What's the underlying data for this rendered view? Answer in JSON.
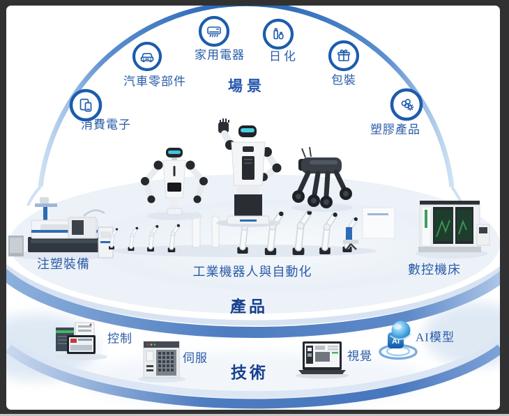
{
  "figure": {
    "rings": {
      "scene_title": "場景",
      "product_title": "產品",
      "technology_title": "技術"
    },
    "scenes": [
      {
        "label": "消費電子",
        "icon": "consumer-electronics-icon"
      },
      {
        "label": "汽車零部件",
        "icon": "auto-parts-icon"
      },
      {
        "label": "家用電器",
        "icon": "home-appliance-icon"
      },
      {
        "label": "日化",
        "icon": "daily-chemicals-icon"
      },
      {
        "label": "包裝",
        "icon": "packaging-icon"
      },
      {
        "label": "塑膠產品",
        "icon": "plastic-products-icon"
      }
    ],
    "products": [
      {
        "label": "注塑裝備",
        "image": "injection-molding-machine"
      },
      {
        "label": "工業機器人與自動化",
        "image": "industrial-robots-and-humanoids"
      },
      {
        "label": "數控機床",
        "image": "cnc-machine-tool"
      }
    ],
    "technologies": [
      {
        "label": "控制",
        "image": "controller-hardware"
      },
      {
        "label": "伺服",
        "image": "servo-drive"
      },
      {
        "label": "視覺",
        "image": "vision-laptop"
      },
      {
        "label": "AI模型",
        "image": "ai-model-icon"
      }
    ],
    "ai_icon_text": "AI",
    "colors": {
      "arc_blue": "#2160ae",
      "band_blue": "#4d7cc0",
      "icon_ring_blue": "#1d5cad",
      "item_label_blue": "#2a5ba8",
      "title_navy": "#17418f",
      "visor_teal": "#3fc6dc"
    }
  }
}
